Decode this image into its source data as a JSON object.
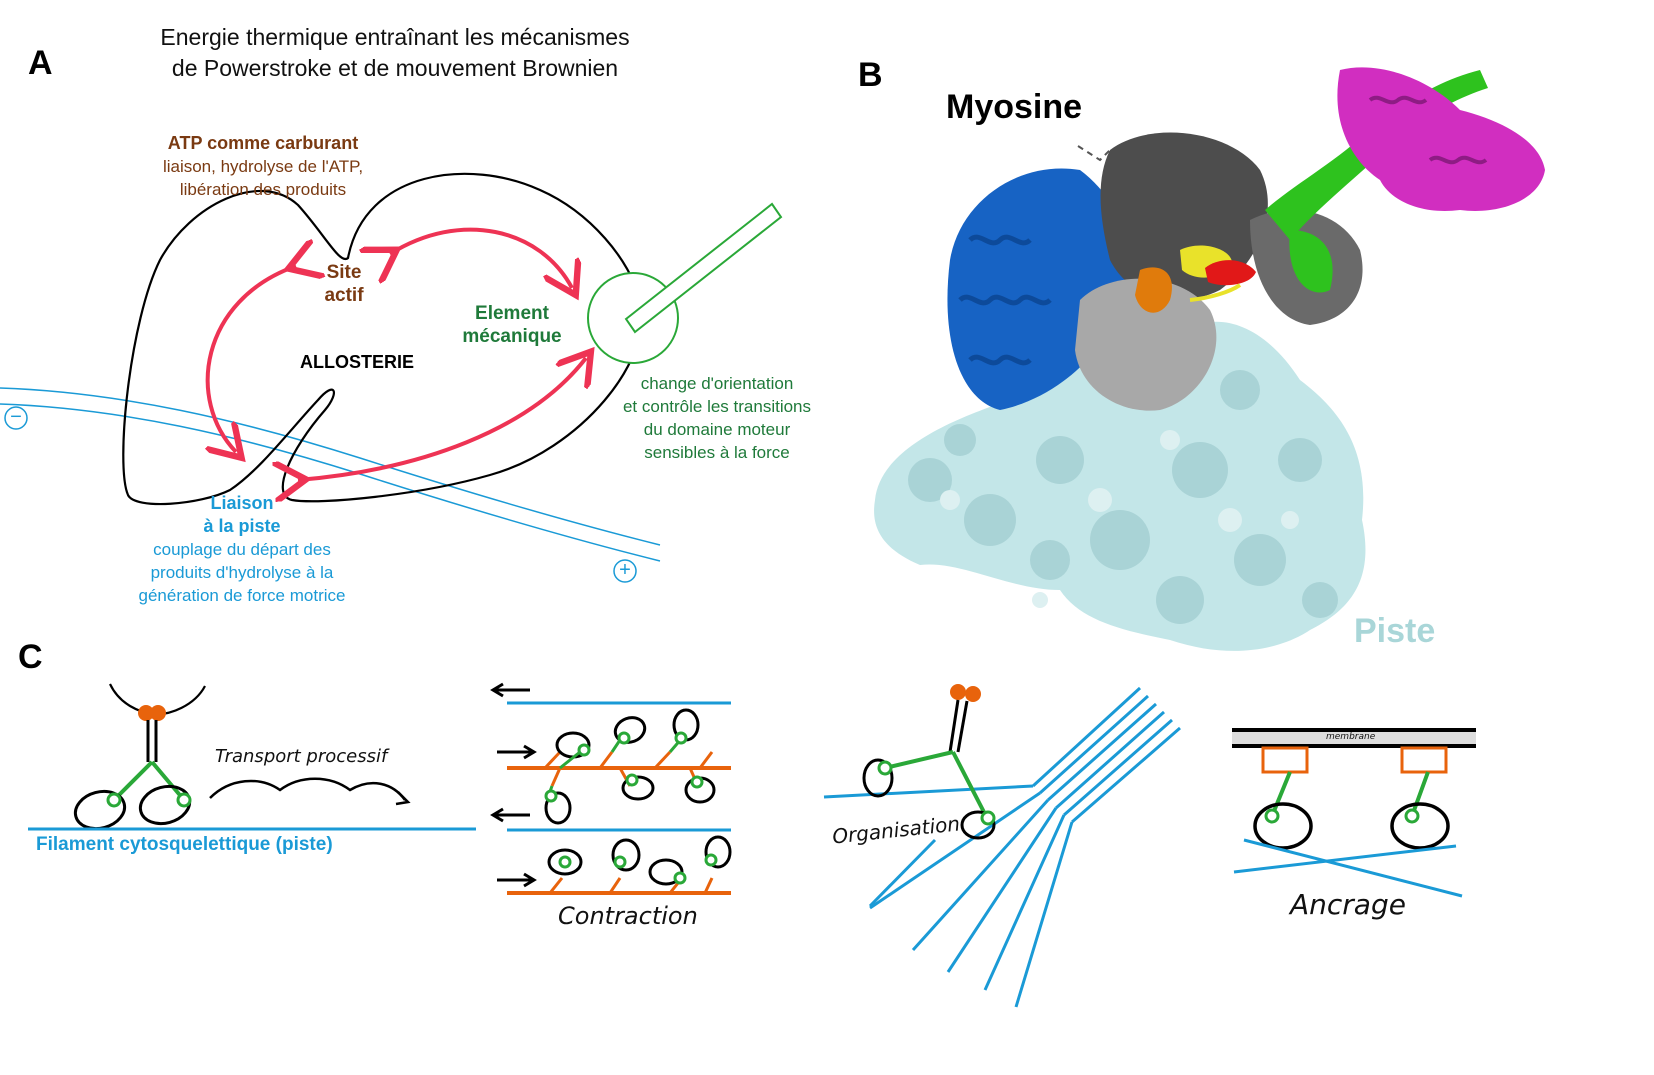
{
  "panel_a": {
    "letter": "A",
    "title_line1": "Energie thermique entraînant les mécanismes",
    "title_line2": "de Powerstroke et de mouvement Brownien",
    "atp_title": "ATP comme carburant",
    "atp_line1": "liaison, hydrolyse de l'ATP,",
    "atp_line2": "libération des produits",
    "site_line1": "Site",
    "site_line2": "actif",
    "allosterie": "ALLOSTERIE",
    "element_line1": "Element",
    "element_line2": "mécanique",
    "orient_line1": "change d'orientation",
    "orient_line2": "et contrôle les transitions",
    "orient_line3": "du domaine moteur",
    "orient_line4": "sensibles à la force",
    "liaison_line1": "Liaison",
    "liaison_line2": "à la piste",
    "coupl_line1": "couplage du départ des",
    "coupl_line2": "produits d'hydrolyse à la",
    "coupl_line3": "génération de force motrice",
    "minus": "−",
    "plus": "+"
  },
  "panel_b": {
    "letter": "B",
    "myosine": "Myosine",
    "piste": "Piste"
  },
  "panel_c": {
    "letter": "C",
    "transport": "Transport processif",
    "filament": "Filament cytosquelettique (piste)",
    "contraction": "Contraction",
    "organisation": "Organisation",
    "membrane": "membrane",
    "ancrage": "Ancrage"
  },
  "colors": {
    "arrow_red": "#ee3354",
    "track_blue": "#1a9ad6",
    "green": "#2aa838",
    "orange": "#e8630c",
    "brown": "#7a3a12",
    "surface": "#c3e6e8",
    "myosin_blue": "#1763c4",
    "magenta": "#d12ec0"
  }
}
